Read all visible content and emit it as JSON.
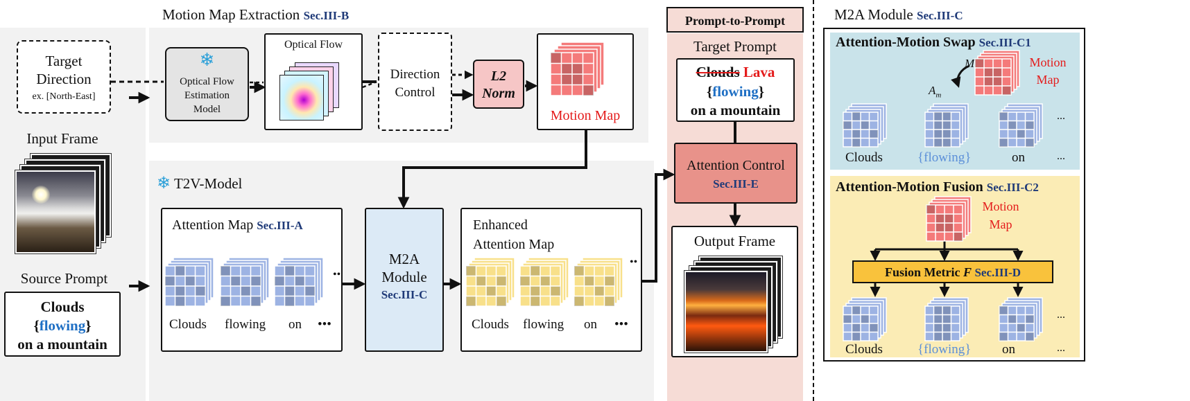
{
  "extraction": {
    "title": "Motion Map Extraction",
    "sec": "Sec.III-B"
  },
  "target_direction": {
    "line1": "Target",
    "line2": "Direction",
    "example": "ex. [North-East]"
  },
  "optical_flow_model": {
    "line1": "Optical Flow",
    "line2": "Estimation",
    "line3": "Model"
  },
  "optical_flow": {
    "title": "Optical Flow"
  },
  "direction_control": {
    "line1": "Direction",
    "line2": "Control"
  },
  "l2norm": {
    "line1": "L2",
    "line2": "Norm"
  },
  "motion_map": {
    "label": "Motion Map"
  },
  "input_frame": {
    "label": "Input Frame"
  },
  "source_prompt": {
    "title": "Source Prompt",
    "word1": "Clouds",
    "word2": "flowing",
    "line3": "on a mountain"
  },
  "t2v": {
    "title": "T2V-Model"
  },
  "attention_map": {
    "title": "Attention Map",
    "sec": "Sec.III-A",
    "labels": [
      "Clouds",
      "flowing",
      "on",
      "•••"
    ],
    "dots": "••"
  },
  "m2a_center": {
    "line1": "M2A",
    "line2": "Module",
    "sec": "Sec.III-C"
  },
  "enhanced": {
    "line1": "Enhanced",
    "line2": "Attention Map",
    "labels": [
      "Clouds",
      "flowing",
      "on",
      "•••"
    ],
    "dots": "••"
  },
  "p2p": {
    "title": "Prompt-to-Prompt",
    "target_prompt": "Target Prompt",
    "struck": "Clouds",
    "replace": "Lava",
    "word": "flowing",
    "line3": "on a mountain",
    "control_title": "Attention Control",
    "control_sec": "Sec.III-E",
    "output": "Output Frame"
  },
  "m2a_module": {
    "title": "M2A Module",
    "sec": "Sec.III-C",
    "swap_title": "Attention-Motion Swap",
    "swap_sec": "Sec.III-C1",
    "M": "M",
    "Am": "A",
    "Am_sub": "m",
    "motion1": "Motion",
    "motion2": "Map",
    "swap_labels": [
      "Clouds",
      "flowing",
      "on",
      "..."
    ],
    "swap_dots": "...",
    "fusion_title": "Attention-Motion Fusion",
    "fusion_sec": "Sec.III-C2",
    "fusion_metric": "Fusion Metric",
    "fusion_F": "F",
    "fusion_metric_sec": "Sec.III-D",
    "fusion_labels": [
      "Clouds",
      "flowing",
      "on",
      "..."
    ],
    "fusion_dots": "..."
  },
  "colors": {
    "blue_map": "#9db3e3",
    "yellow_map": "#f8e08a",
    "red_map": "#f47a7a",
    "swap_bg": "#c9e3ea",
    "fusion_bg": "#fbecb5",
    "p2p_bg": "#f6dcd6"
  }
}
